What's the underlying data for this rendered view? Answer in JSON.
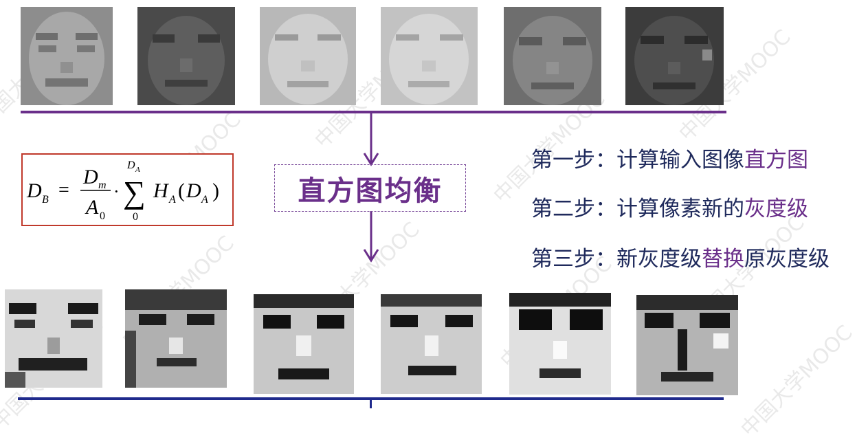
{
  "steps": [
    {
      "prefix": "第一步：计算输入图像",
      "highlight": "直方图",
      "suffix": ""
    },
    {
      "prefix": "第二步：计算像素新的",
      "highlight": "灰度级",
      "suffix": ""
    },
    {
      "prefix": "第三步：新灰度级",
      "highlight": "替换",
      "suffix": "原灰度级"
    }
  ],
  "title_box": {
    "label": "直方图均衡"
  },
  "formula": {
    "lhs": "D",
    "lhs_sub": "B",
    "equals": "=",
    "num": "D",
    "num_sub": "m",
    "den": "A",
    "den_sub": "0",
    "dot": "·",
    "sum_upper": "D",
    "sum_upper_sub": "A",
    "sum_lower": "0",
    "sum_symbol": "∑",
    "h": "H",
    "h_sub": "A",
    "arg_open": "(",
    "arg": "D",
    "arg_sub": "A",
    "arg_close": ")"
  },
  "watermark": {
    "text": "中国大学MOOC"
  },
  "colors": {
    "top_line": "#6a2f8a",
    "bottom_line": "#1f2a8c",
    "arrow": "#6a2f8a",
    "formula_border": "#c0392b",
    "step_text": "#1f2a5c",
    "highlight": "#6a2f8a"
  }
}
